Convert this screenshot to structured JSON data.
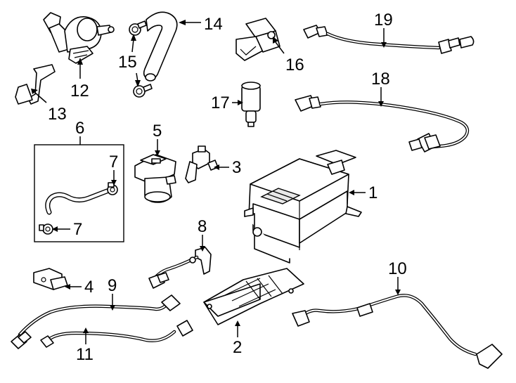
{
  "callouts": {
    "c1": "1",
    "c2": "2",
    "c3": "3",
    "c4": "4",
    "c5": "5",
    "c6": "6",
    "c7a": "7",
    "c7b": "7",
    "c8": "8",
    "c9": "9",
    "c10": "10",
    "c11": "11",
    "c12": "12",
    "c13": "13",
    "c14": "14",
    "c15": "15",
    "c16": "16",
    "c17": "17",
    "c18": "18",
    "c19": "19"
  }
}
